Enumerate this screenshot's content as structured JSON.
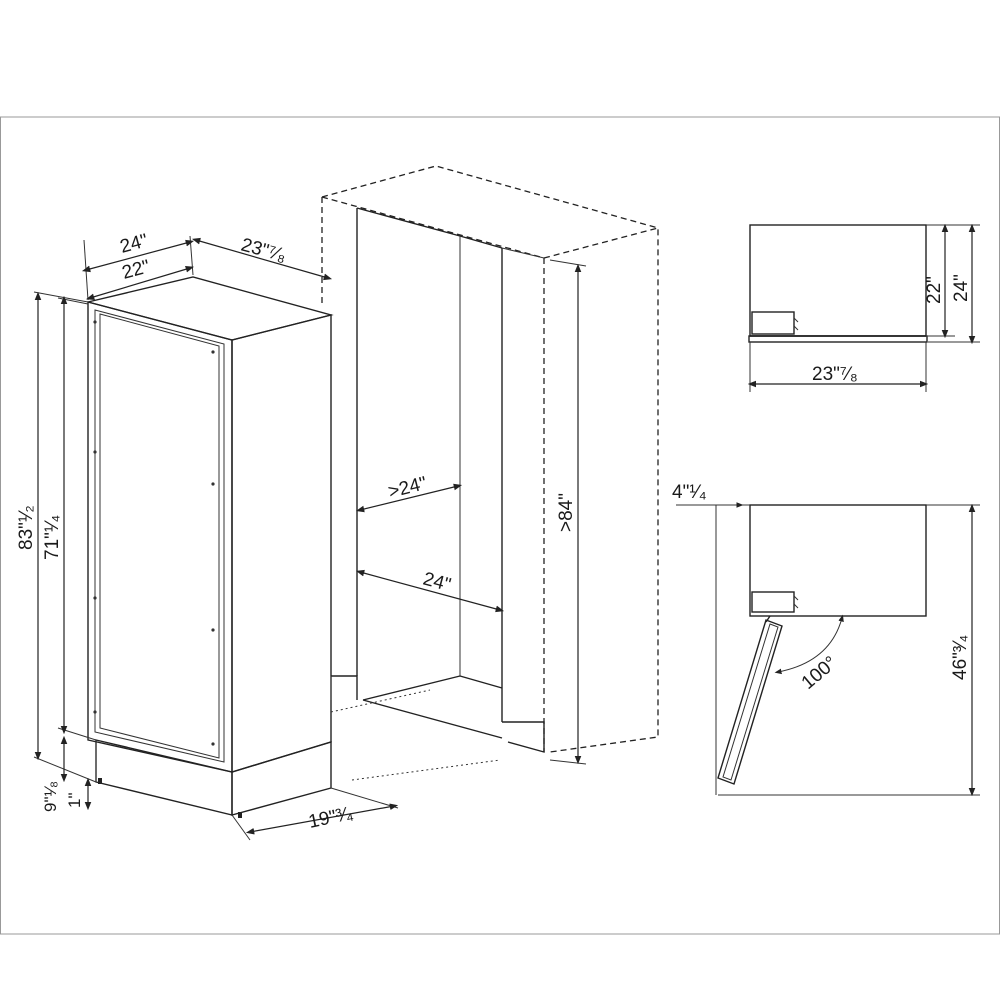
{
  "dimensions": {
    "cab_width": "24\"",
    "cab_inner_width": "22\"",
    "cab_depth": "23\"⁷⁄₈",
    "total_height": "83\"¹⁄₂",
    "door_height": "71\"¹⁄₄",
    "plinth_height": "9\"¹⁄₈",
    "foot_height": "1\"",
    "plinth_depth": "19\"³⁄₄",
    "niche_depth": ">24\"",
    "niche_width": "24\"",
    "niche_height": ">84\"",
    "top_inner": "22\"",
    "top_outer": "24\"",
    "top_width": "23\"⁷⁄₈",
    "door_clearance": "4\"¹⁄₄",
    "door_swing_depth": "46\"³⁄₄",
    "door_angle": "100°"
  }
}
